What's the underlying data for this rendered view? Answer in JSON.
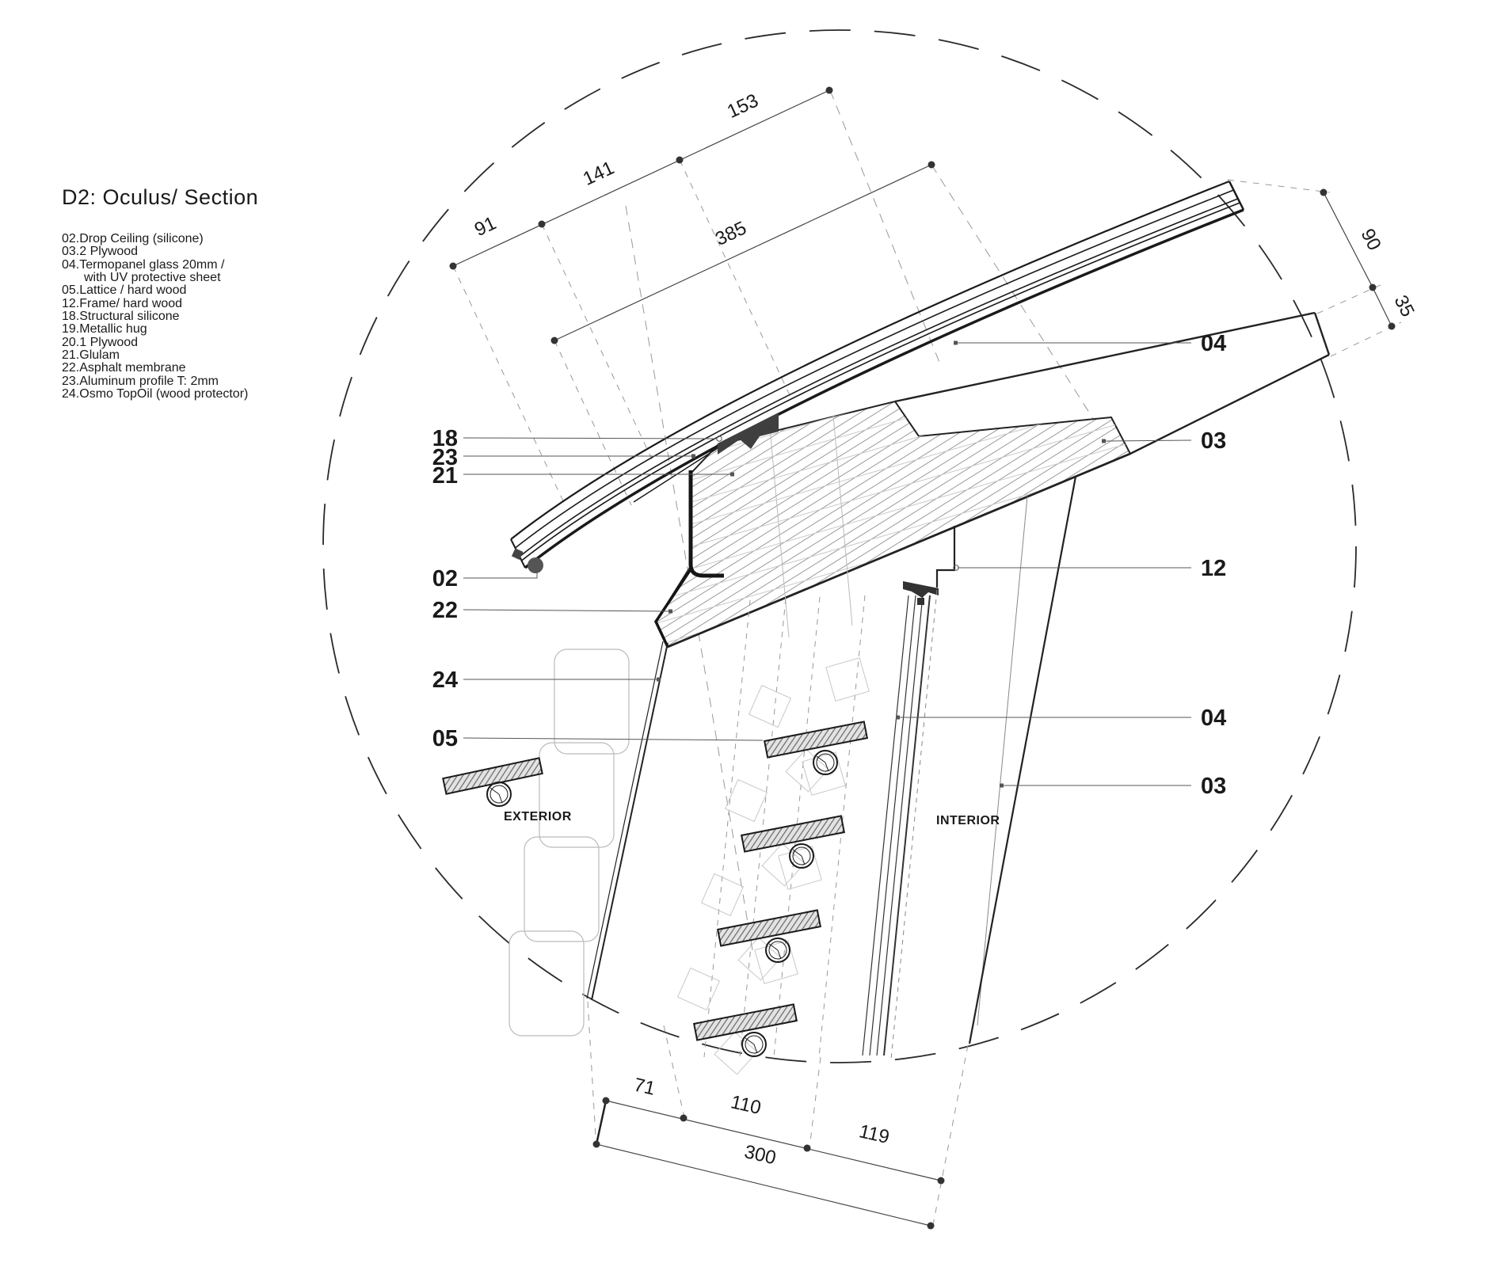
{
  "title": "D2: Oculus/ Section",
  "legend": {
    "items": [
      "02.Drop Ceiling (silicone)",
      "03.2 Plywood",
      "04.Termopanel glass 20mm /",
      "with UV protective sheet",
      "05.Lattice / hard wood",
      "12.Frame/ hard wood",
      "18.Structural silicone",
      "19.Metallic hug",
      "20.1 Plywood",
      "21.Glulam",
      "22.Asphalt membrane",
      "23.Aluminum profile T: 2mm",
      "24.Osmo TopOil (wood protector)"
    ]
  },
  "callouts": {
    "left": [
      "18",
      "23",
      "21",
      "02",
      "22",
      "24",
      "05"
    ],
    "right": [
      "04",
      "03",
      "12",
      "04",
      "03"
    ]
  },
  "dimensions": {
    "top": {
      "segments": [
        "91",
        "141",
        "153"
      ],
      "overall": "385"
    },
    "right": {
      "upper": "90",
      "lower": "35"
    },
    "bottom": {
      "segments": [
        "71",
        "110",
        "119"
      ],
      "overall": "300"
    }
  },
  "zones": {
    "exterior": "EXTERIOR",
    "interior": "INTERIOR"
  },
  "colors": {
    "ink": "#1a1a1a",
    "silicone": "#3f3f3f",
    "hatch_line": "#9a9a9a"
  }
}
